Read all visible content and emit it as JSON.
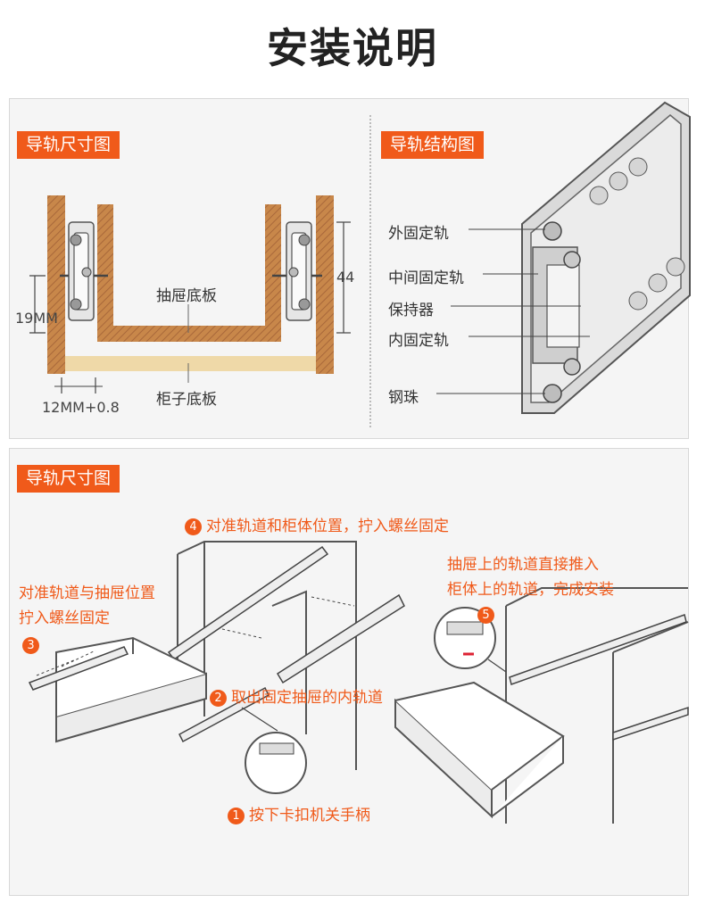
{
  "page_title": "安装说明",
  "top_left": {
    "tag": "导轨尺寸图",
    "label_drawer_bottom": "抽屉底板",
    "label_cabinet_bottom": "柜子底板",
    "dim_19": "19MM",
    "dim_44": "44",
    "dim_12": "12MM+0.8"
  },
  "top_right": {
    "tag": "导轨结构图",
    "parts": [
      "外固定轨",
      "中间固定轨",
      "保持器",
      "内固定轨",
      "钢珠"
    ]
  },
  "bottom": {
    "tag": "导轨尺寸图",
    "steps": [
      {
        "num": "1",
        "text": "按下卡扣机关手柄"
      },
      {
        "num": "2",
        "text": "取出固定抽屉的内轨道"
      },
      {
        "num": "3",
        "text": "对准轨道与抽屉位置\n拧入螺丝固定"
      },
      {
        "num": "4",
        "text": "对准轨道和柜体位置，拧入螺丝固定"
      },
      {
        "num": "5",
        "text": "抽屉上的轨道直接推入\n柜体上的轨道，完成安装"
      }
    ]
  },
  "colors": {
    "accent": "#f05a1a",
    "wood": "#c8874a",
    "cabinet_board": "#efd9a8",
    "panel_bg": "#f5f5f5"
  }
}
